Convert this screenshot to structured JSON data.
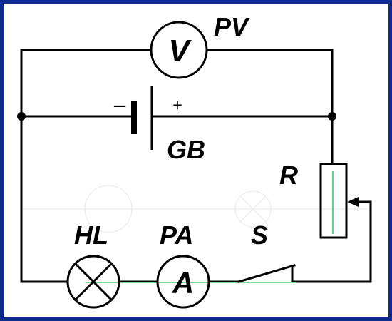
{
  "labels": {
    "voltmeter": "PV",
    "battery": "GB",
    "rheostat": "R",
    "lamp": "HL",
    "ammeter": "PA",
    "switch": "S"
  },
  "symbols": {
    "voltmeter": "V",
    "ammeter": "A",
    "battery_minus": "−",
    "battery_plus": "+"
  },
  "colors": {
    "frame": "#0d2b8a",
    "wire": "#000000",
    "highlight": "#22c55e"
  }
}
